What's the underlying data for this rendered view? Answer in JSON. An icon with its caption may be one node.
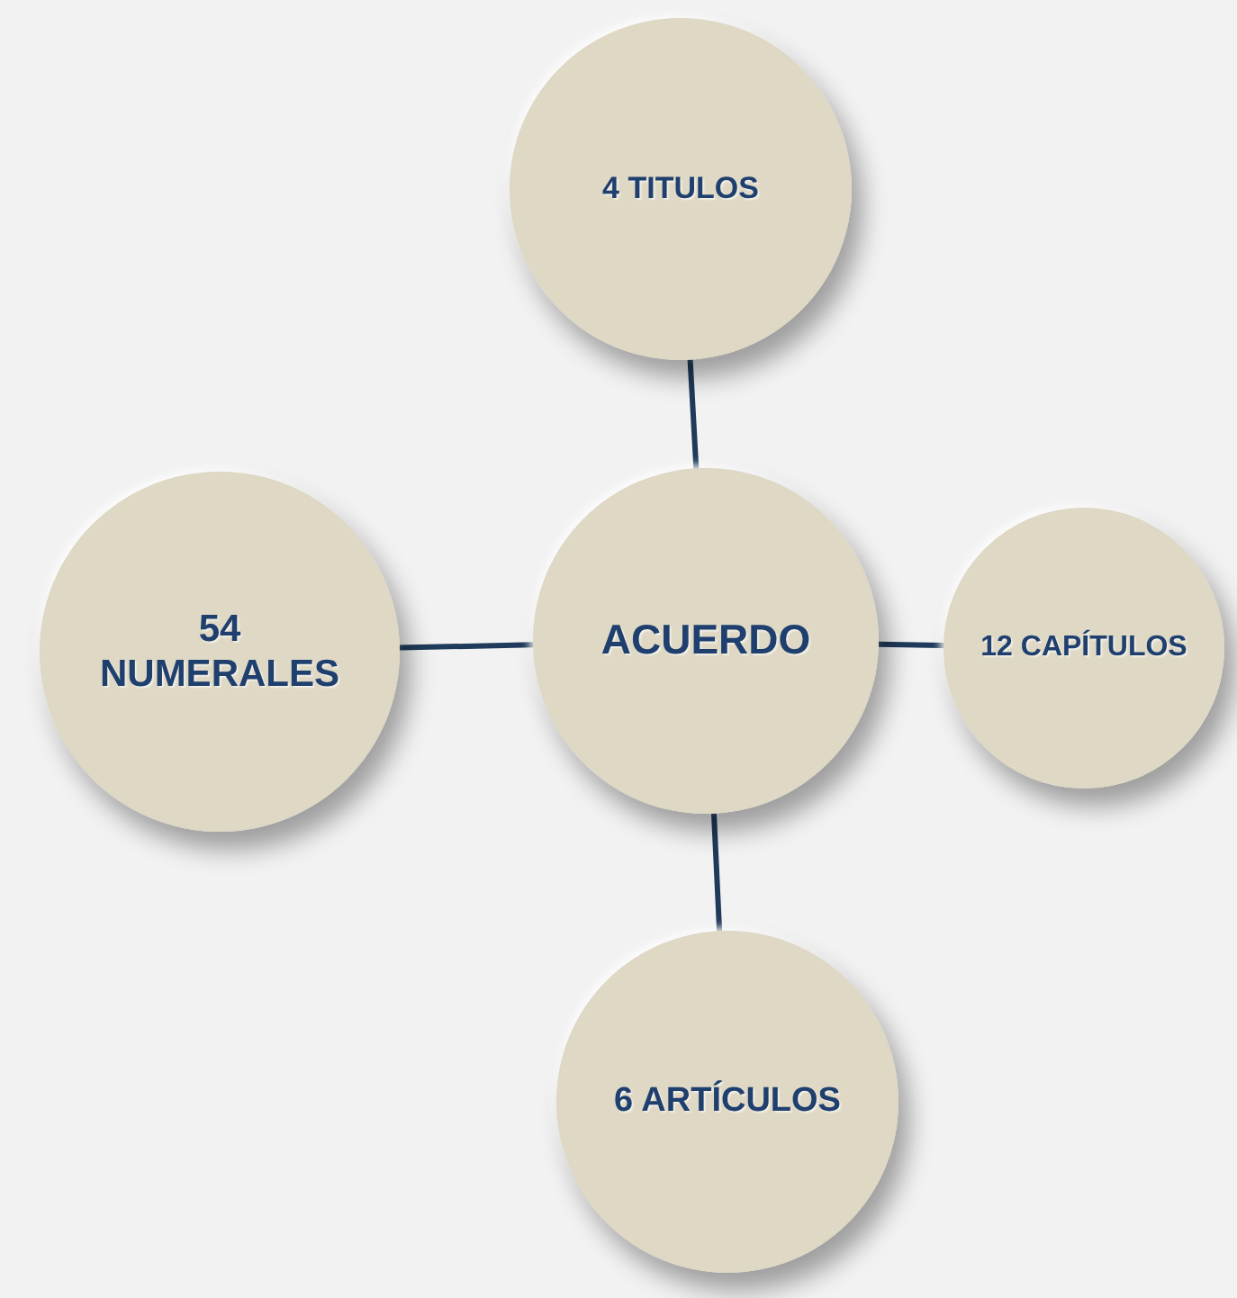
{
  "diagram": {
    "nodes": [
      {
        "text": [
          "4 TITULOS"
        ]
      },
      {
        "text": [
          "54 NUMERALES"
        ]
      },
      {
        "text": [
          "ACUERDO"
        ]
      },
      {
        "text": [
          "12 CAPÍTULOS"
        ]
      },
      {
        "text": [
          "6 ARTÍCULOS"
        ]
      }
    ],
    "edges": [
      {
        "from": 2,
        "to": 0,
        "arrow": "none"
      },
      {
        "from": 2,
        "to": 1,
        "arrow": "none"
      },
      {
        "from": 2,
        "to": 3,
        "arrow": "none"
      },
      {
        "from": 2,
        "to": 4,
        "arrow": "none"
      }
    ]
  }
}
